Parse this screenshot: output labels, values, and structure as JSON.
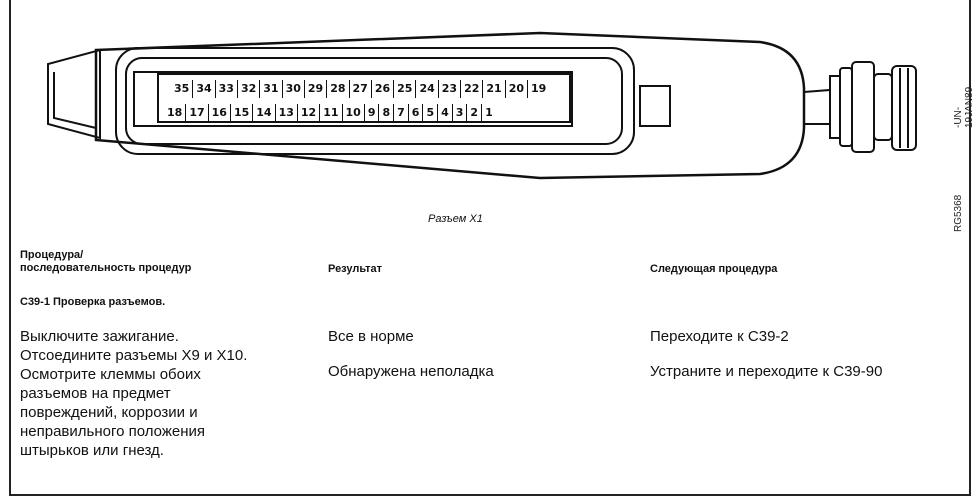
{
  "diagram": {
    "top_pins": [
      "35",
      "34",
      "33",
      "32",
      "31",
      "30",
      "29",
      "28",
      "27",
      "26",
      "25",
      "24",
      "23",
      "22",
      "21",
      "20",
      "19"
    ],
    "bottom_pins": [
      "18",
      "17",
      "16",
      "15",
      "14",
      "13",
      "12",
      "11",
      "10",
      "9",
      "8",
      "7",
      "6",
      "5",
      "4",
      "3",
      "2",
      "1"
    ],
    "code_right": "-UN-19JAN89",
    "code_left": "RG5368",
    "caption": "Разъем X1"
  },
  "table": {
    "headers": {
      "procedure": "Процедура/\nпоследовательность процедур",
      "result": "Результат",
      "next": "Следующая процедура"
    },
    "section_title": "C39-1 Проверка разъемов.",
    "procedure_text": "Выключите зажигание.\nОтсоедините разъемы X9 и X10.\nОсмотрите клеммы обоих\nразъемов на предмет\nповреждений, коррозии и\nнеправильного положения\nштырьков или гнезд.",
    "results": [
      "Все в норме",
      "Обнаружена неполадка"
    ],
    "next_steps": [
      "Переходите к C39-2",
      "Устраните и переходите к C39-90"
    ]
  }
}
